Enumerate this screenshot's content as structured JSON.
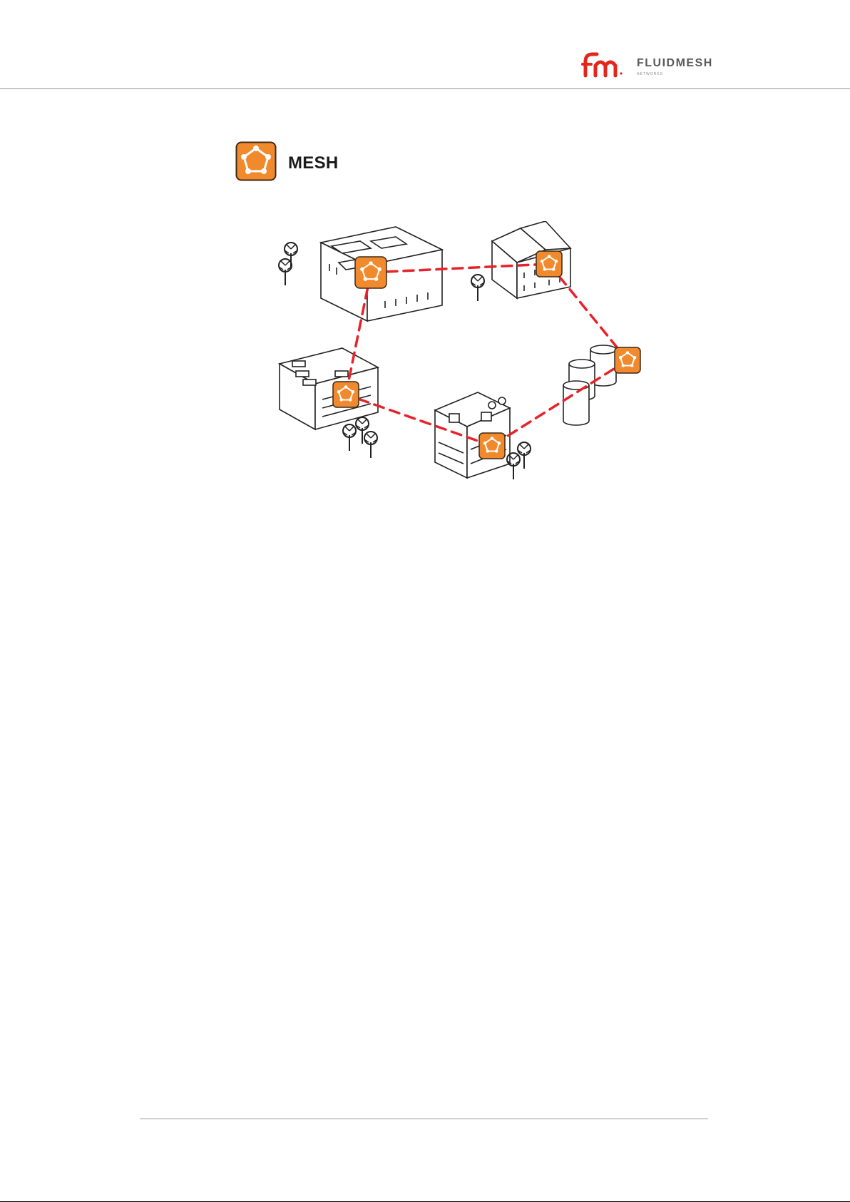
{
  "header": {
    "logo": {
      "name": "FLUIDMESH",
      "subtitle": "NETWORKS",
      "mark": "fm"
    }
  },
  "section": {
    "title": "MESH",
    "icon": "mesh-pentagon-icon"
  },
  "colors": {
    "accent": "#f08a2c",
    "link": "#e8222a",
    "brand": "#e1261c",
    "rule": "#9a9a9a"
  },
  "diagram": {
    "nodes": [
      {
        "name": "mesh-node-top-left-building"
      },
      {
        "name": "mesh-node-top-right-building"
      },
      {
        "name": "mesh-node-tanks"
      },
      {
        "name": "mesh-node-bottom-building"
      },
      {
        "name": "mesh-node-left-building"
      }
    ],
    "links": [
      [
        0,
        1
      ],
      [
        1,
        2
      ],
      [
        2,
        3
      ],
      [
        3,
        4
      ],
      [
        4,
        0
      ]
    ]
  }
}
